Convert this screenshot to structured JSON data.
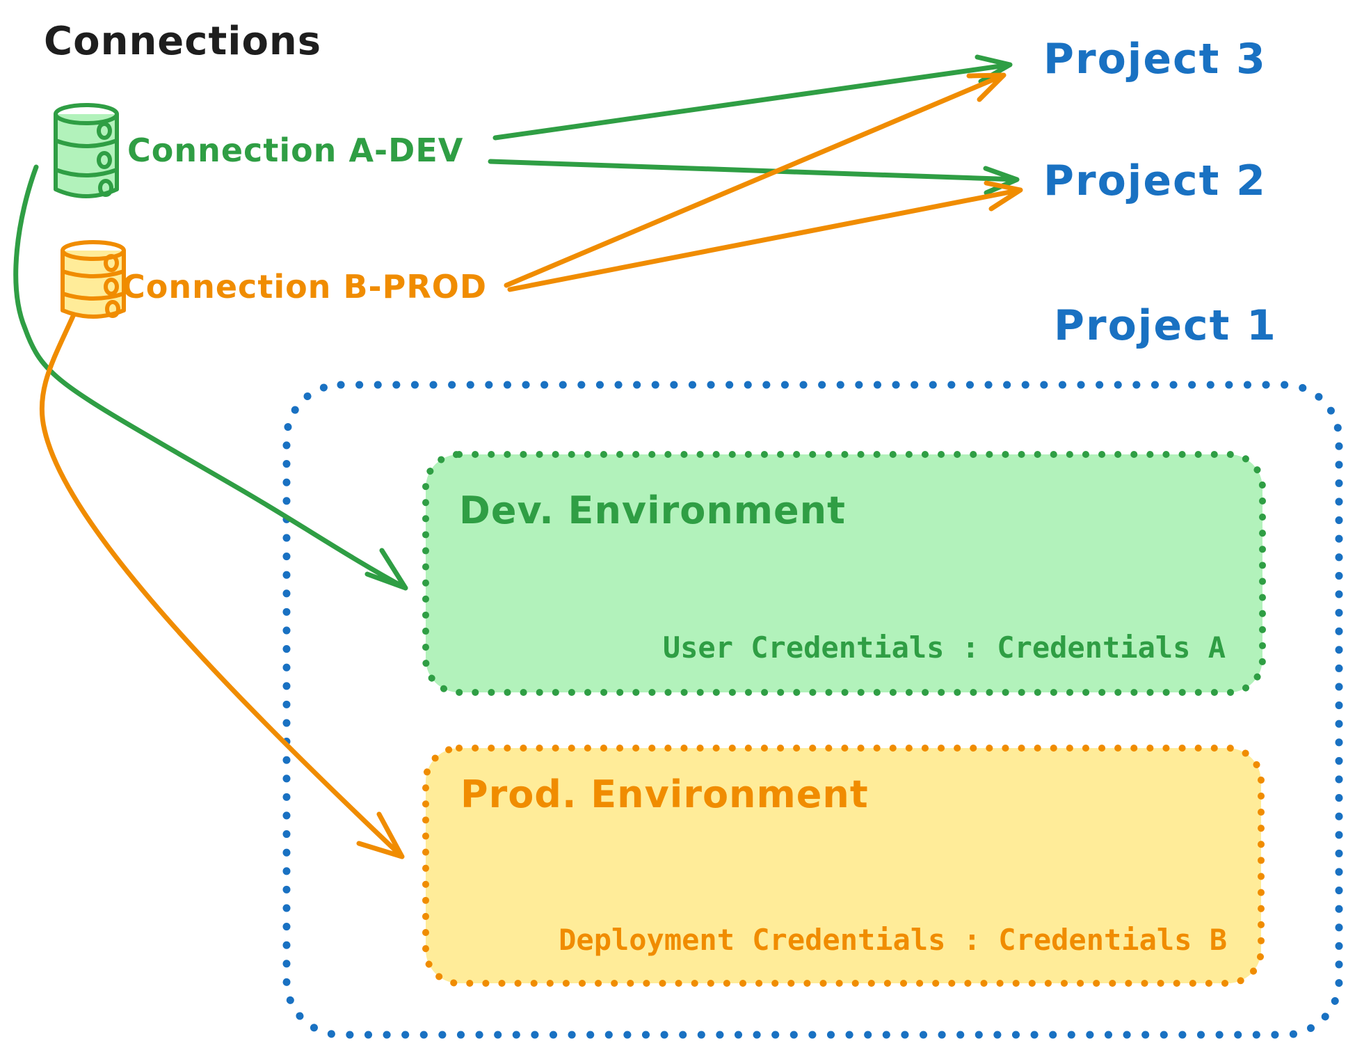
{
  "title": "Connections",
  "colors": {
    "black": "#1e1e1e",
    "green_stroke": "#2f9e44",
    "green_fill": "#b2f2bb",
    "orange_stroke": "#f08c00",
    "orange_fill": "#ffec99",
    "blue": "#1971c2"
  },
  "connections": [
    {
      "label": "Connection A-DEV"
    },
    {
      "label": "Connection B-PROD"
    }
  ],
  "projects": [
    {
      "label": "Project 3"
    },
    {
      "label": "Project 2"
    },
    {
      "label": "Project 1"
    }
  ],
  "project1": {
    "dev_environment": {
      "title": "Dev. Environment",
      "credentials": "User Credentials : Credentials A"
    },
    "prod_environment": {
      "title": "Prod. Environment",
      "credentials": "Deployment Credentials : Credentials B"
    }
  }
}
